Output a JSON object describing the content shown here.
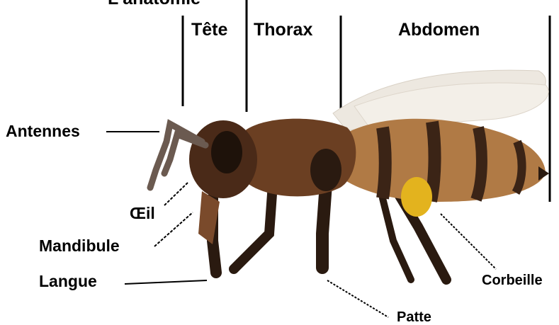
{
  "title_partial": "L'anatomie",
  "sections": {
    "head": "Tête",
    "thorax": "Thorax",
    "abdomen": "Abdomen"
  },
  "parts": {
    "antennae": "Antennes",
    "eye": "Œil",
    "mandible": "Mandibule",
    "tongue": "Langue",
    "leg": "Patte",
    "basket": "Corbeille"
  },
  "colors": {
    "body_dark": "#3b2416",
    "body_mid": "#7a4a2b",
    "stripe_light": "#c8955e",
    "pollen": "#e0b420",
    "wing": "#ece7df",
    "line": "#000000"
  }
}
